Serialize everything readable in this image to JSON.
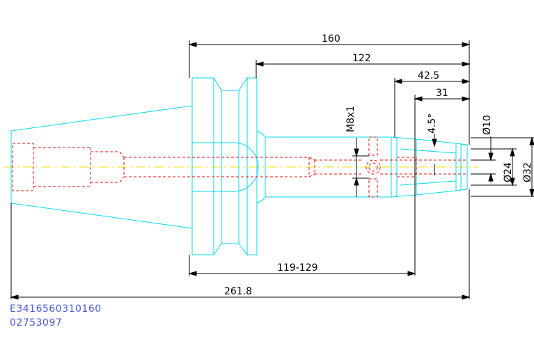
{
  "colors": {
    "outline": "#00d8e8",
    "hidden": "#e01010",
    "centerline": "#f0e000",
    "dimension": "#000000",
    "code_text": "#4a5ad8"
  },
  "dimensions": {
    "length_160": "160",
    "length_122": "122",
    "length_42_5": "42.5",
    "length_31": "31",
    "length_119_129": "119-129",
    "length_261_8": "261.8",
    "thread": "M8x1",
    "angle": "4.5°",
    "dia_10": "Ø10",
    "dia_24": "Ø24",
    "dia_32": "Ø32"
  },
  "codes": {
    "article_number": "E3416560310160",
    "order_number": "02753097"
  }
}
